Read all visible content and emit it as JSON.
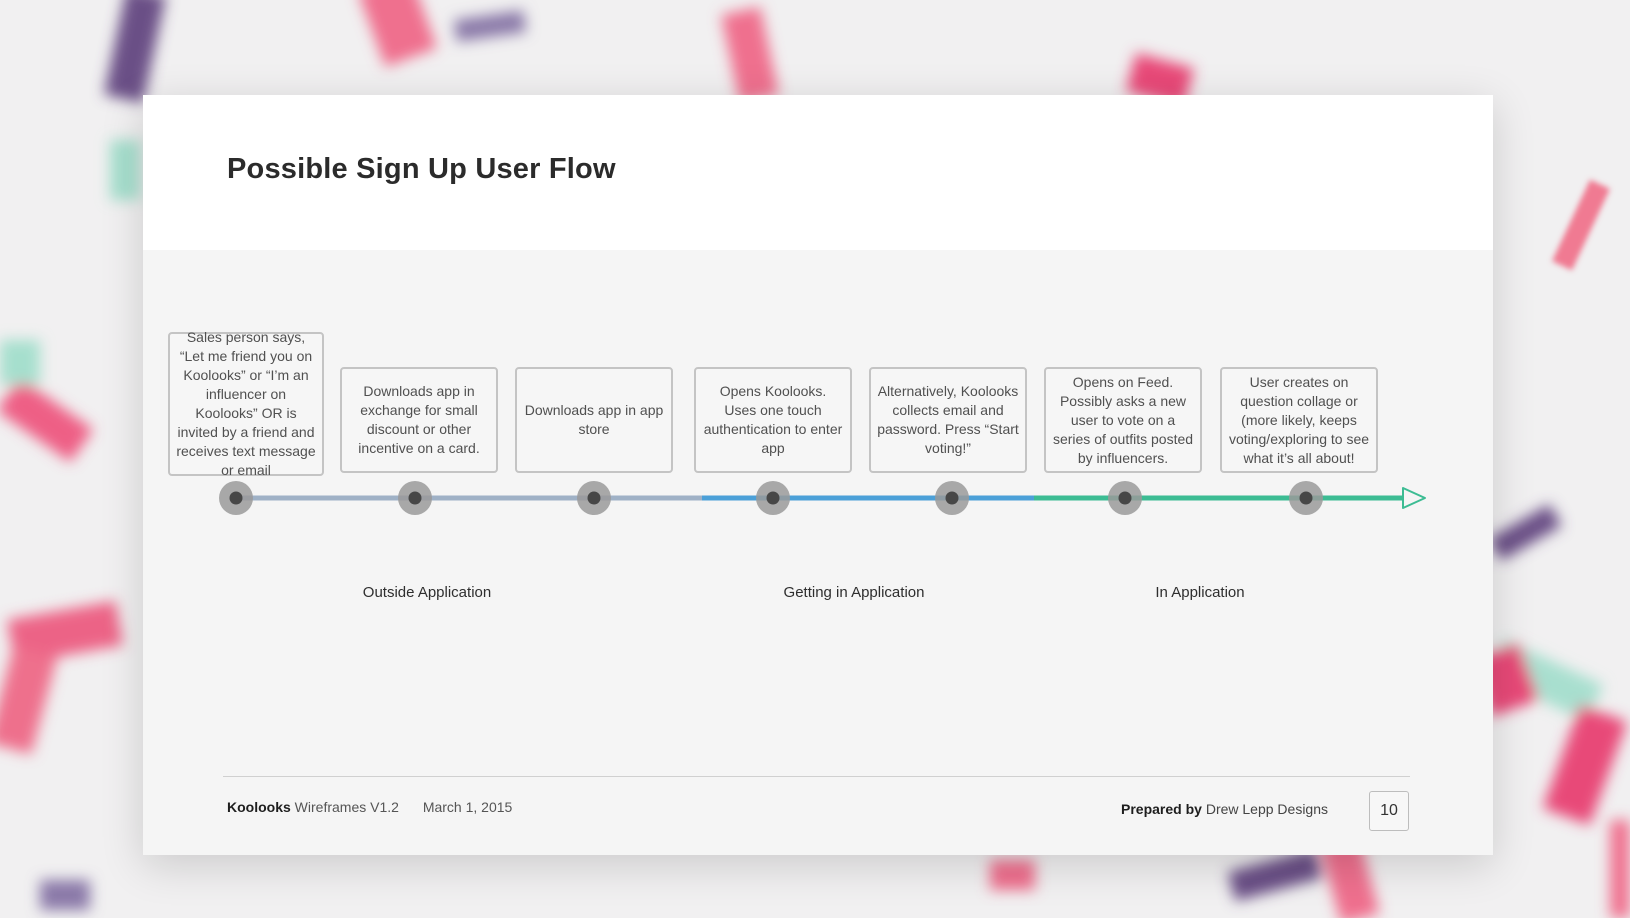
{
  "title": "Possible Sign Up User Flow",
  "steps": [
    {
      "text": "Sales person says, “Let me friend you on Koolooks” or “I’m an influencer on Koolooks” OR is invited by a friend and receives  text message or email",
      "phase": 0
    },
    {
      "text": "Downloads app in exchange for small discount or other incentive on a card.",
      "phase": 0
    },
    {
      "text": "Downloads app in app store",
      "phase": 0
    },
    {
      "text": "Opens Koolooks. Uses one touch authentication to enter app",
      "phase": 1
    },
    {
      "text": "Alternatively, Koolooks collects email and password. Press “Start voting!”",
      "phase": 1
    },
    {
      "text": "Opens on Feed. Possibly asks a new user to vote on a series of outfits posted by influencers.",
      "phase": 2
    },
    {
      "text": "User creates on question collage or (more likely, keeps voting/exploring to see what it’s all about!",
      "phase": 2
    }
  ],
  "phases": [
    {
      "label": "Outside Application",
      "color": "#9fb1c6"
    },
    {
      "label": "Getting in Application",
      "color": "#4ba0d8"
    },
    {
      "label": "In Application",
      "color": "#3cbc93"
    }
  ],
  "footer": {
    "brand": "Koolooks",
    "product": "Wireframes V1.2",
    "date": "March 1, 2015",
    "prepared_label": "Prepared by",
    "prepared_by": "Drew Lepp Designs",
    "page_number": "10"
  },
  "colors": {
    "node_outer": "#9a9a9a",
    "node_inner": "#474747",
    "box_border": "#c4c4c4"
  },
  "icons": [
    "arrow-head-icon"
  ]
}
